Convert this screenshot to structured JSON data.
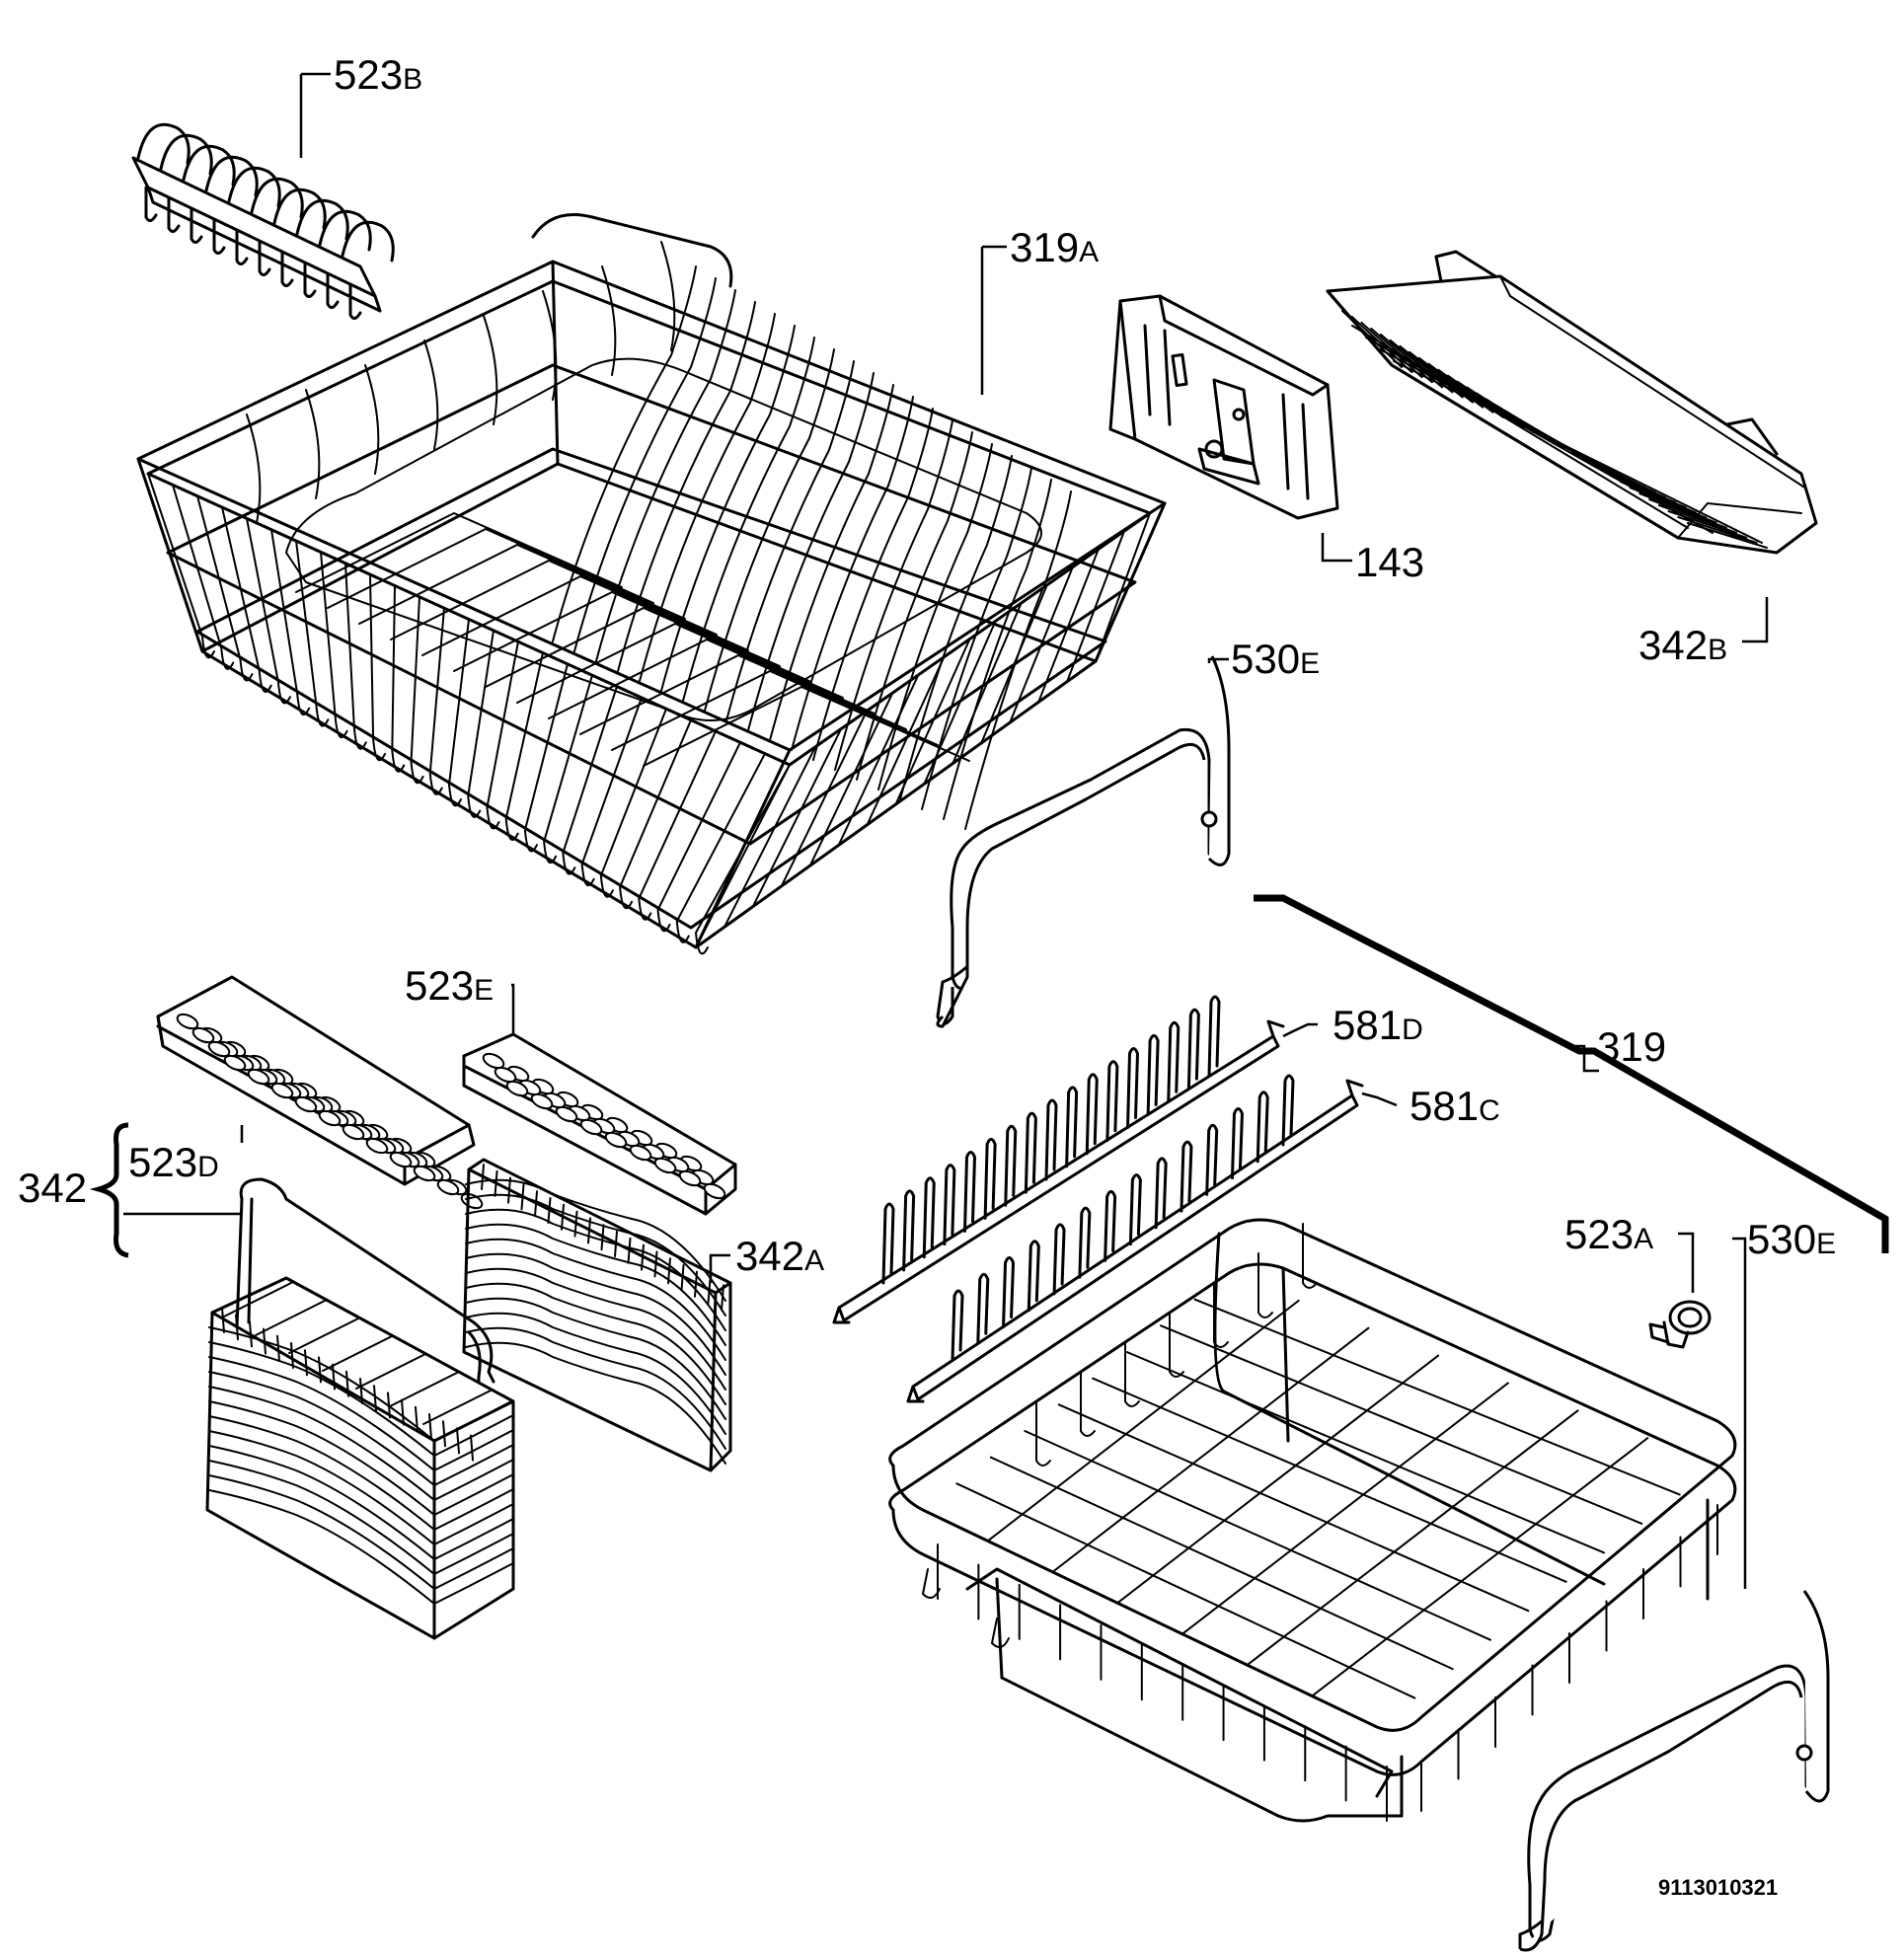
{
  "labels": {
    "l523B": {
      "num": "523",
      "suf": "B"
    },
    "l319A": {
      "num": "319",
      "suf": "A"
    },
    "l143": {
      "num": "143",
      "suf": ""
    },
    "l342B": {
      "num": "342",
      "suf": "B"
    },
    "l530E_top": {
      "num": "530",
      "suf": "E"
    },
    "l523E": {
      "num": "523",
      "suf": "E"
    },
    "l581D": {
      "num": "581",
      "suf": "D"
    },
    "l319": {
      "num": "319",
      "suf": ""
    },
    "l581C": {
      "num": "581",
      "suf": "C"
    },
    "l342": {
      "num": "342",
      "suf": ""
    },
    "l523D": {
      "num": "523",
      "suf": "D"
    },
    "l523A": {
      "num": "523",
      "suf": "A"
    },
    "l530E_bottom": {
      "num": "530",
      "suf": "E"
    },
    "l342A": {
      "num": "342",
      "suf": "A"
    }
  },
  "drawing_code": "9113010321"
}
